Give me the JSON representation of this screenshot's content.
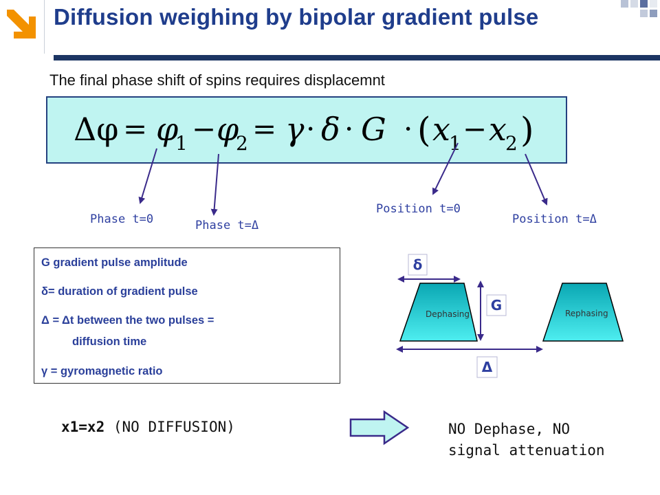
{
  "slide": {
    "title": "Diffusion weighing by bipolar gradient pulse",
    "subtitle": "The final phase shift of spins requires displacemnt"
  },
  "formula": {
    "delta_phi": "Δφ",
    "eq1": "=",
    "phi": "φ",
    "sub1": "1",
    "minus": "−",
    "sub2": "2",
    "eq2": "=",
    "gamma": "γ",
    "dot1": "·",
    "delta": "δ",
    "dot2": "·",
    "G": "G",
    "dot3": "·",
    "lparen": "(",
    "x1": "x",
    "minus2": "−",
    "x2": "x",
    "rparen": ")"
  },
  "labels": {
    "phase0": "Phase t=0",
    "phaseD": "Phase t=Δ",
    "pos0": "Position t=0",
    "posD": "Position t=Δ"
  },
  "legend": [
    "G gradient pulse amplitude",
    "δ= duration of gradient pulse",
    "Δ = Δt between the two pulses =",
    "diffusion time",
    "γ = gyromagnetic ratio"
  ],
  "diagram": {
    "delta_small": "δ",
    "G": "G",
    "delta_big": "Δ",
    "dephasing": "Dephasing",
    "rephasing": "Rephasing"
  },
  "bottom": {
    "eq_bold": "x1=x2",
    "eq_rest": "(NO DIFFUSION)",
    "result_line1": "NO Dephase, NO",
    "result_line2": "signal attenuation"
  },
  "colors": {
    "title": "#1f3d8c",
    "accent_orange": "#f39200",
    "formula_bg": "#bff4f1",
    "label_blue": "#2e3fa0",
    "trapezoid": "#1fd2d8",
    "arrow_fill": "#bff4f1"
  }
}
